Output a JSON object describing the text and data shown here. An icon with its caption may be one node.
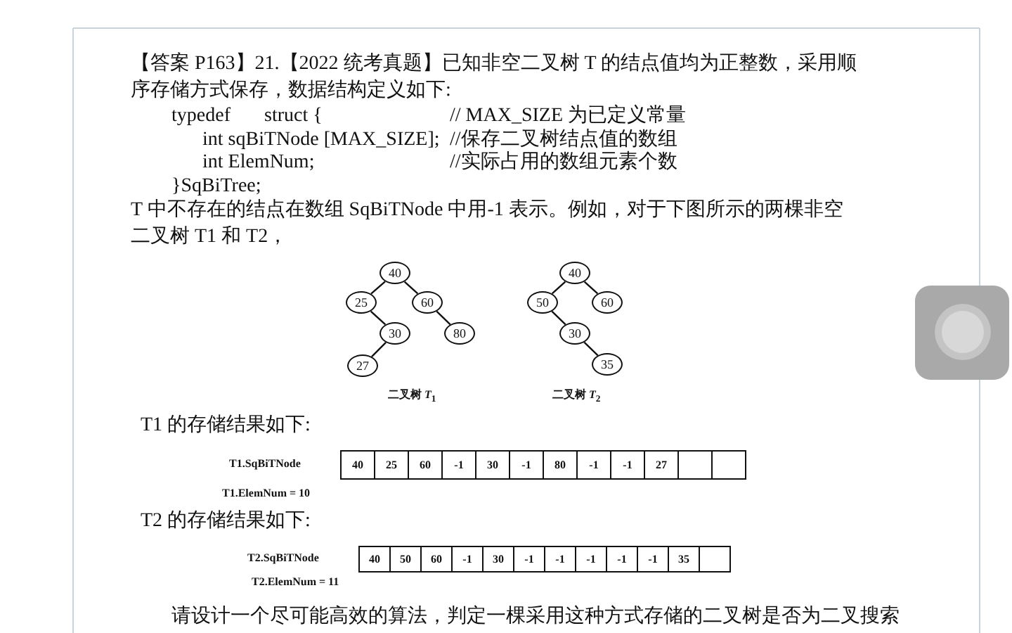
{
  "diagram": {
    "nodes": [
      {
        "text": [
          "40"
        ]
      },
      {
        "text": [
          "25"
        ]
      },
      {
        "text": [
          "60"
        ]
      },
      {
        "text": [
          "30"
        ]
      },
      {
        "text": [
          "80"
        ]
      },
      {
        "text": [
          "27"
        ]
      },
      {
        "text": [
          "40"
        ]
      },
      {
        "text": [
          "50"
        ]
      },
      {
        "text": [
          "60"
        ]
      },
      {
        "text": [
          "30"
        ]
      },
      {
        "text": [
          "35"
        ]
      }
    ],
    "edges": [
      {
        "from": 0,
        "to": 1,
        "arrow": "none"
      },
      {
        "from": 0,
        "to": 2,
        "arrow": "none"
      },
      {
        "from": 1,
        "to": 3,
        "arrow": "none"
      },
      {
        "from": 2,
        "to": 4,
        "arrow": "none"
      },
      {
        "from": 3,
        "to": 5,
        "arrow": "none"
      },
      {
        "from": 6,
        "to": 7,
        "arrow": "none"
      },
      {
        "from": 6,
        "to": 8,
        "arrow": "none"
      },
      {
        "from": 7,
        "to": 9,
        "arrow": "none"
      },
      {
        "from": 9,
        "to": 10,
        "arrow": "none"
      }
    ],
    "labels": [
      "【答案 P163】21.【2022 统考真题】已知非空二叉树 T 的结点值均为正整数，采用顺序存储方式保存，数据结构定义如下:",
      "typedef",
      "struct {",
      "// MAX_SIZE 为已定义常量",
      "int sqBiTNode [MAX_SIZE];",
      "//保存二叉树结点值的数组",
      "int ElemNum;",
      "//实际占用的数组元素个数",
      "}SqBiTree;",
      "T 中不存在的结点在数组 SqBiTNode 中用-1 表示。例如，对于下图所示的两棵非空二叉树 T1 和 T2，",
      "二叉树 *T*$_{1}$",
      "二叉树 *T*$_{2}$",
      "T1 的存储结果如下:",
      "T1.SqBiTNode",
      "40",
      "25",
      "60",
      "-1",
      "30",
      "-1",
      "80",
      "-1",
      "-1",
      "27",
      "T1.ElemNum = 10",
      "T2 的存储结果如下:",
      "T2.SqBiTNode",
      "40",
      "50",
      "60",
      "-1",
      "30",
      "-1",
      "-1",
      "-1",
      "-1",
      "-1",
      "35",
      "T2.ElemNum = 11",
      "请设计一个尽可能高效的算法，判定一棵采用这种方式存储的二叉树是否为二叉搜索"
    ]
  }
}
